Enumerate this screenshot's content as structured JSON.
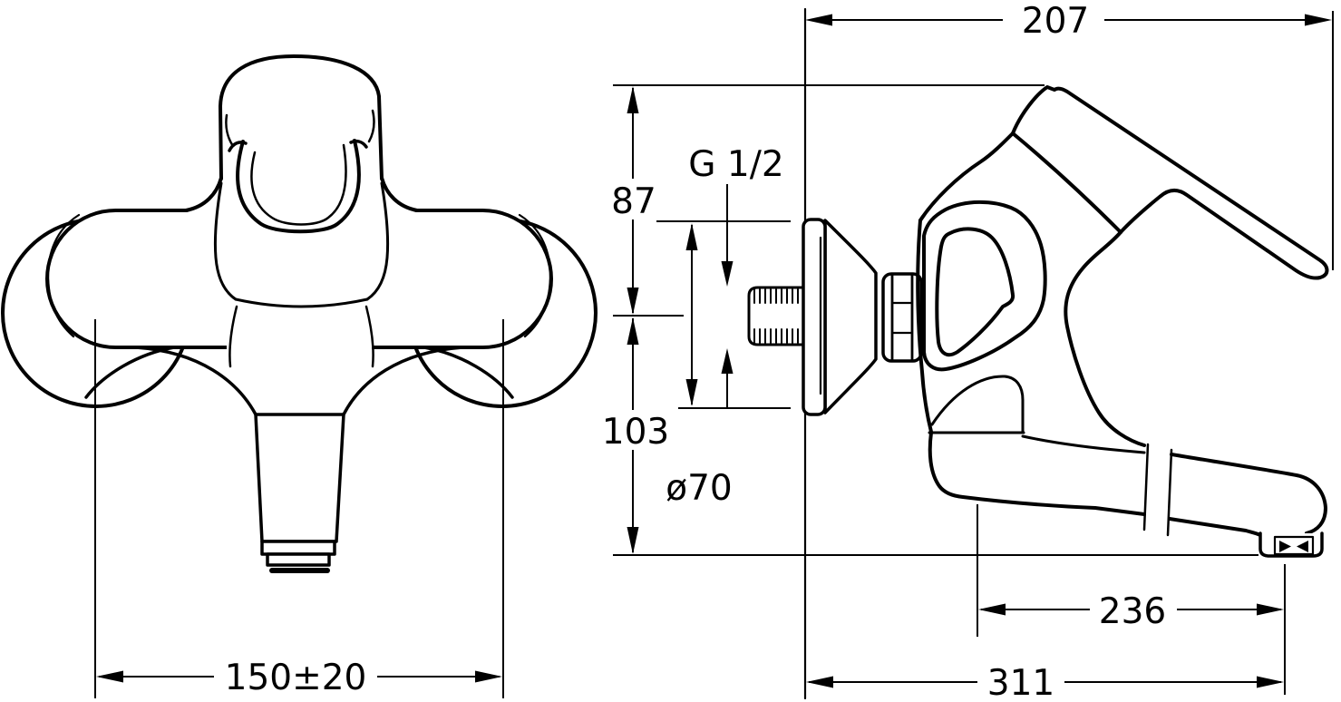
{
  "page": {
    "background_color": "#ffffff",
    "ink_color": "#000000",
    "description_labels": {
      "drawing_type": "faucet installation dimension drawing"
    }
  },
  "labels": {
    "width_207": "207",
    "height_87": "87",
    "thread_g12": "G 1/2",
    "height_103": "103",
    "flange_dia_70": "ø70",
    "spout_236": "236",
    "reach_311": "311",
    "span_150": "150±20"
  }
}
